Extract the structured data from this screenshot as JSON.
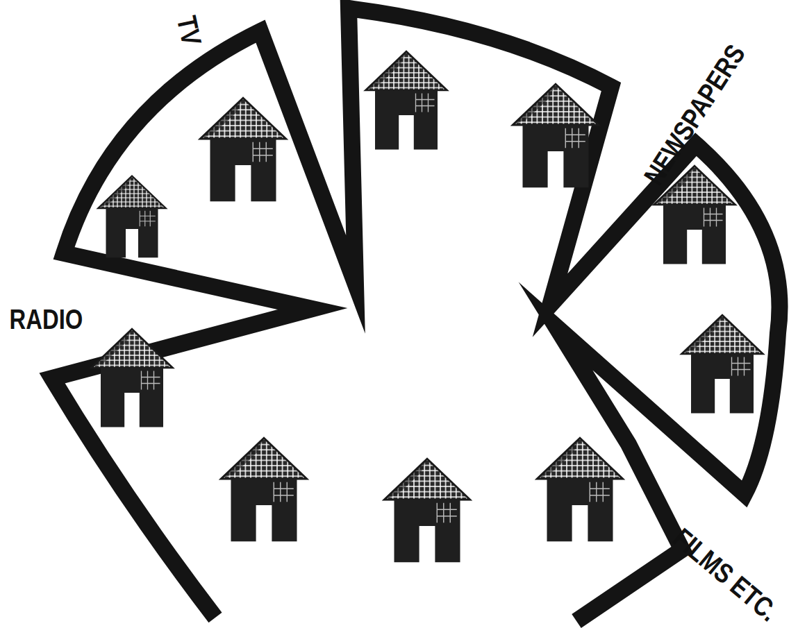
{
  "diagram": {
    "labels": [
      "RADIO",
      "TV",
      "NEWSPAPERS",
      "FILMS ETC."
    ]
  }
}
